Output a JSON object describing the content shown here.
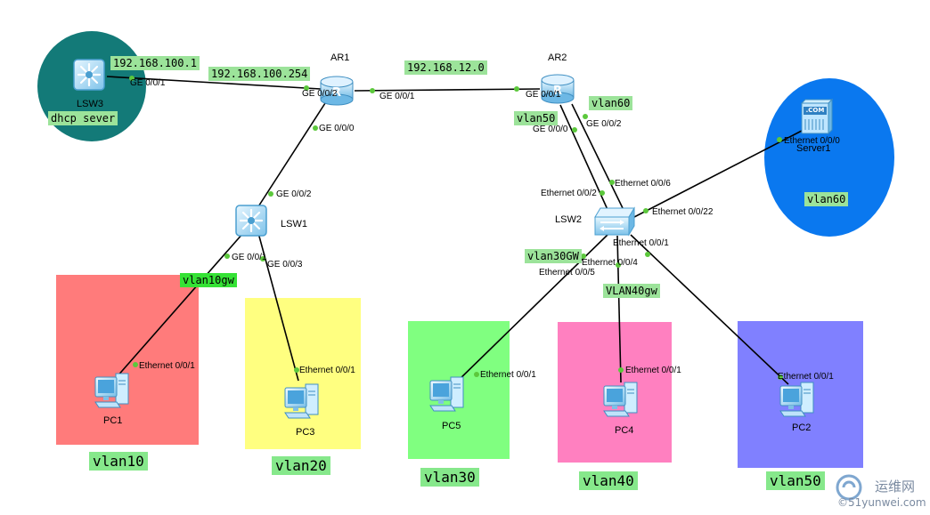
{
  "colors": {
    "vlan10": "#ff7b7b",
    "vlan20": "#ffff80",
    "vlan30": "#80ff80",
    "vlan40": "#ff80c0",
    "vlan50": "#8080ff",
    "dhcp_zone": "#137a78",
    "server_zone": "#0a78ef",
    "link": "#000000",
    "port_dot": "#5cc83c"
  },
  "devices": {
    "lsw3": {
      "name": "LSW3",
      "icon": "switch-icon"
    },
    "ar1": {
      "name": "AR1",
      "icon": "router-icon"
    },
    "ar2": {
      "name": "AR2",
      "icon": "router-icon"
    },
    "lsw1": {
      "name": "LSW1",
      "icon": "switch-icon"
    },
    "lsw2": {
      "name": "LSW2",
      "icon": "switch-icon"
    },
    "server1": {
      "name": "Server1",
      "icon": "server-icon",
      "badge": ".COM"
    },
    "pc1": {
      "name": "PC1",
      "icon": "pc-icon"
    },
    "pc2": {
      "name": "PC2",
      "icon": "pc-icon"
    },
    "pc3": {
      "name": "PC3",
      "icon": "pc-icon"
    },
    "pc4": {
      "name": "PC4",
      "icon": "pc-icon"
    },
    "pc5": {
      "name": "PC5",
      "icon": "pc-icon"
    }
  },
  "ports": {
    "lsw3_ge001": "GE 0/0/1",
    "ar1_ge002": "GE 0/0/2",
    "ar1_ge001": "GE 0/0/1",
    "ar1_ge000": "GE 0/0/0",
    "ar2_ge001": "GE 0/0/1",
    "ar2_ge000": "GE 0/0/0",
    "ar2_ge002": "GE 0/0/2",
    "lsw1_ge002": "GE 0/0/2",
    "lsw1_ge001": "GE 0/0/1",
    "lsw1_ge003": "GE 0/0/3",
    "lsw2_eth002": "Ethernet 0/0/2",
    "lsw2_eth006": "Ethernet 0/0/6",
    "lsw2_eth0022": "Ethernet 0/0/22",
    "lsw2_eth001": "Ethernet 0/0/1",
    "lsw2_eth004": "Ethernet 0/0/4",
    "lsw2_eth005": "Ethernet 0/0/5",
    "server1_eth000": "Ethernet 0/0/0",
    "pc1_eth001": "Ethernet 0/0/1",
    "pc3_eth001": "Ethernet 0/0/1",
    "pc5_eth001": "Ethernet 0/0/1",
    "pc4_eth001": "Ethernet 0/0/1",
    "pc2_eth001": "Ethernet 0/0/1"
  },
  "tags": {
    "ip_lsw3": "192.168.100.1",
    "ip_ar1": "192.168.100.254",
    "ip_link": "192.168.12.0",
    "dhcp": "dhcp sever",
    "vlan60_ar2": "vlan60",
    "vlan50_ar2": "vlan50",
    "vlan60_server": "vlan60",
    "vlan10gw": "vlan10gw",
    "vlan30gw": "vlan30GW",
    "vlan40gw": "VLAN40gw"
  },
  "zones": {
    "vlan10": "vlan10",
    "vlan20": "vlan20",
    "vlan30": "vlan30",
    "vlan40": "vlan40",
    "vlan50": "vlan50"
  },
  "watermark": {
    "line1": "运维网",
    "line2": "©51yunwei.com"
  }
}
